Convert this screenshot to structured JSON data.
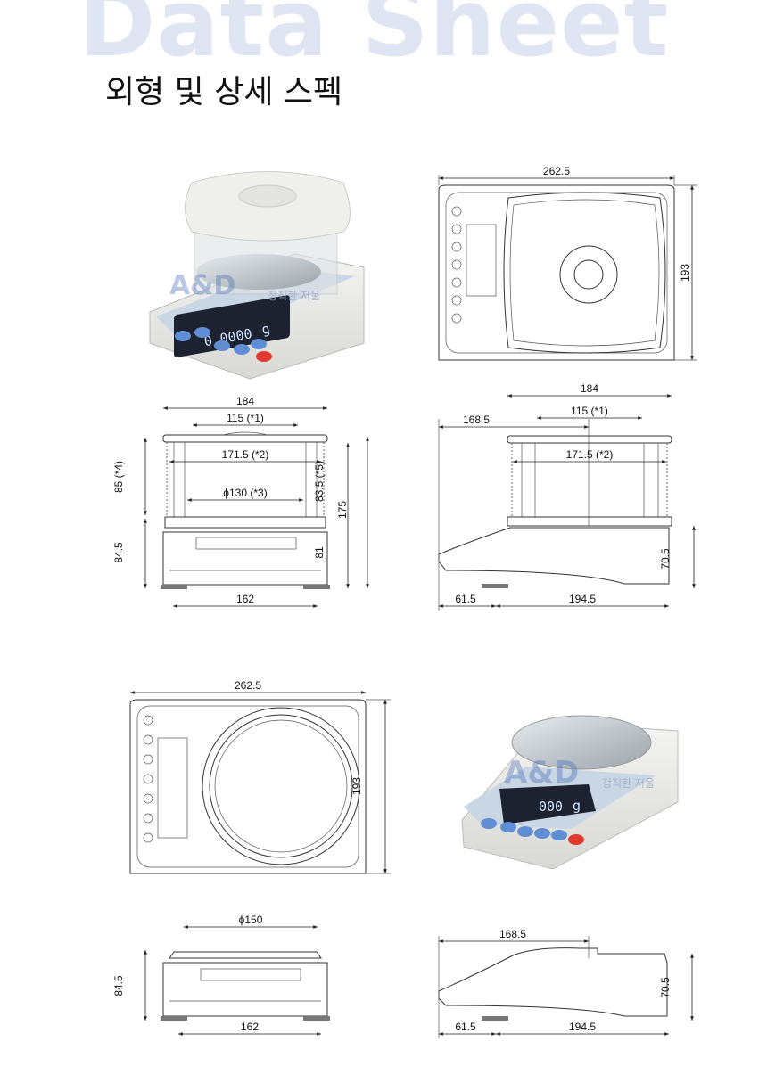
{
  "header": {
    "background_title": "Data Sheet",
    "title": "외형 및 상세 스펙"
  },
  "photo_with_breeze_break": {
    "display_value": "0.0000",
    "unit": "g",
    "brand_logo": "A&D",
    "watermark": "정직한 저울"
  },
  "photo_without_breeze_break": {
    "display_value": "000",
    "unit": "g",
    "brand_logo": "A&D",
    "watermark": "정직한 저울"
  },
  "top_view_1": {
    "width": "262.5",
    "depth": "193"
  },
  "front_view_1": {
    "overall_width": "184",
    "top_opening": "115 (*1)",
    "inner_width": "171.5 (*2)",
    "pan_diameter": "ϕ130  (*3)",
    "breeze_height": "85  (*4)",
    "inner_height": "83.5  (*5)",
    "total_height": "175",
    "base_height": "84.5",
    "pan_height": "81",
    "foot_span": "162"
  },
  "side_view_1": {
    "overall_width": "184",
    "top_opening": "115 (*1)",
    "front_to_center": "168.5",
    "inner_width": "171.5 (*2)",
    "base_height": "70.5",
    "front_to_foot": "61.5",
    "foot_to_back": "194.5"
  },
  "top_view_2": {
    "width": "262.5",
    "depth": "193"
  },
  "front_view_2": {
    "pan_diameter": "ϕ150",
    "height": "84.5",
    "foot_span": "162"
  },
  "side_view_2": {
    "front_to_center": "168.5",
    "height": "70.5",
    "front_to_foot": "61.5",
    "foot_to_back": "194.5"
  }
}
